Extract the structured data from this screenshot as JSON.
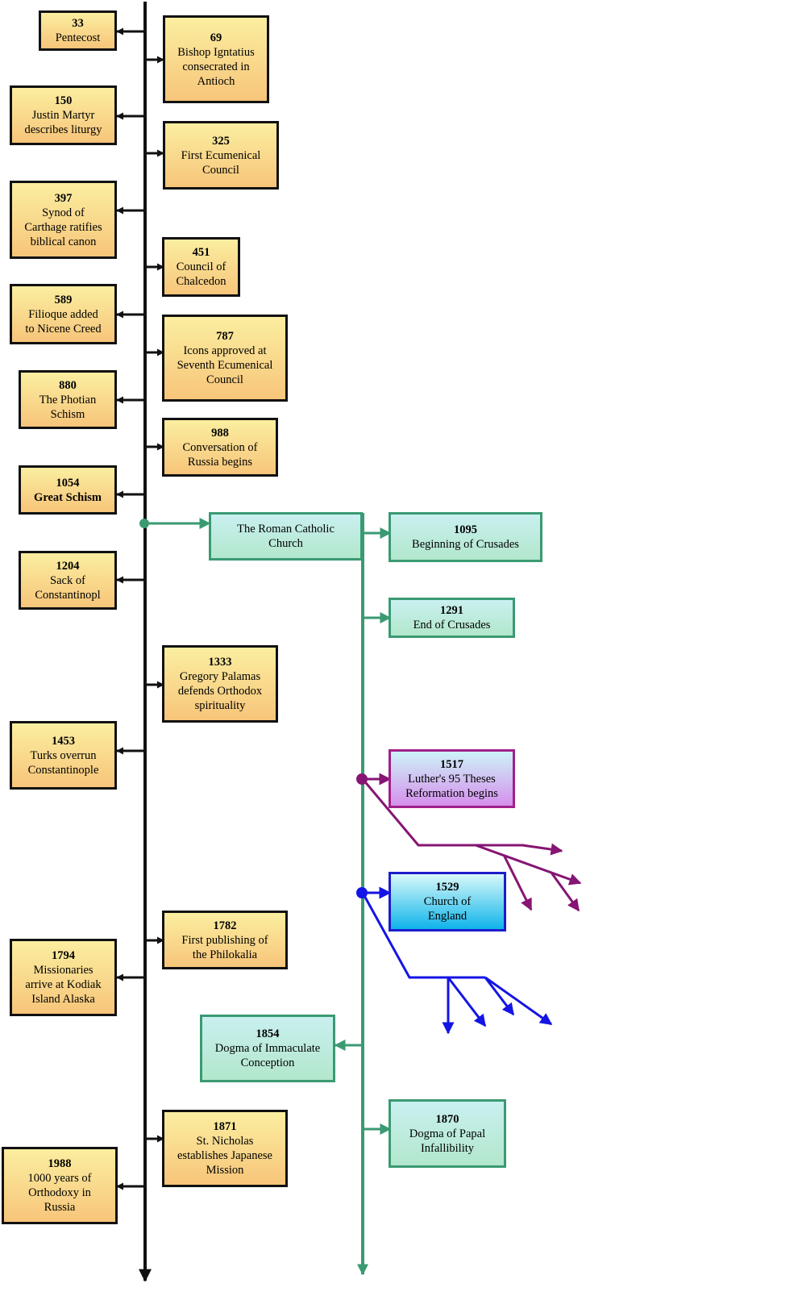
{
  "colors": {
    "main_axis": "#111111",
    "catholic_axis": "#3a9a72",
    "reformation_branch": "#861573",
    "anglican_branch": "#1414e6"
  },
  "orthodox_events": [
    {
      "year": "33",
      "lines": [
        "Pentecost"
      ]
    },
    {
      "year": "69",
      "lines": [
        "Bishop Igntatius",
        "consecrated in",
        "Antioch"
      ]
    },
    {
      "year": "150",
      "lines": [
        "Justin Martyr",
        "describes liturgy"
      ]
    },
    {
      "year": "325",
      "lines": [
        "First Ecumenical",
        "Council"
      ]
    },
    {
      "year": "397",
      "lines": [
        "Synod of",
        "Carthage ratifies",
        "biblical canon"
      ]
    },
    {
      "year": "451",
      "lines": [
        "Council of",
        "Chalcedon"
      ]
    },
    {
      "year": "589",
      "lines": [
        "Filioque added",
        "to Nicene Creed"
      ]
    },
    {
      "year": "787",
      "lines": [
        "Icons approved at",
        "Seventh Ecumenical",
        "Council"
      ]
    },
    {
      "year": "880",
      "lines": [
        "The Photian",
        "Schism"
      ]
    },
    {
      "year": "988",
      "lines": [
        "Conversation of",
        "Russia begins"
      ]
    },
    {
      "year": "1054",
      "lines": [
        "Great Schism"
      ]
    },
    {
      "year": "1204",
      "lines": [
        "Sack of",
        "Constantinopl"
      ]
    },
    {
      "year": "1333",
      "lines": [
        "Gregory Palamas",
        "defends Orthodox",
        "spirituality"
      ]
    },
    {
      "year": "1453",
      "lines": [
        "Turks overrun",
        "Constantinople"
      ]
    },
    {
      "year": "1782",
      "lines": [
        "First publishing of",
        "the Philokalia"
      ]
    },
    {
      "year": "1794",
      "lines": [
        "Missionaries",
        "arrive at Kodiak",
        "Island Alaska"
      ]
    },
    {
      "year": "1871",
      "lines": [
        "St. Nicholas",
        "establishes Japanese",
        "Mission"
      ]
    },
    {
      "year": "1988",
      "lines": [
        "1000 years of",
        "Orthodoxy in",
        "Russia"
      ]
    }
  ],
  "catholic_branch": {
    "label_lines": [
      "The Roman Catholic",
      "Church"
    ],
    "events": [
      {
        "year": "1095",
        "lines": [
          "Beginning of Crusades"
        ]
      },
      {
        "year": "1291",
        "lines": [
          "End of Crusades"
        ]
      },
      {
        "year": "1517",
        "lines": [
          "Luther's 95 Theses",
          "Reformation begins"
        ]
      },
      {
        "year": "1529",
        "lines": [
          "Church of",
          "England"
        ]
      },
      {
        "year": "1854",
        "lines": [
          "Dogma of Immaculate",
          "Conception"
        ]
      },
      {
        "year": "1870",
        "lines": [
          "Dogma of Papal",
          "Infallibility"
        ]
      }
    ]
  }
}
